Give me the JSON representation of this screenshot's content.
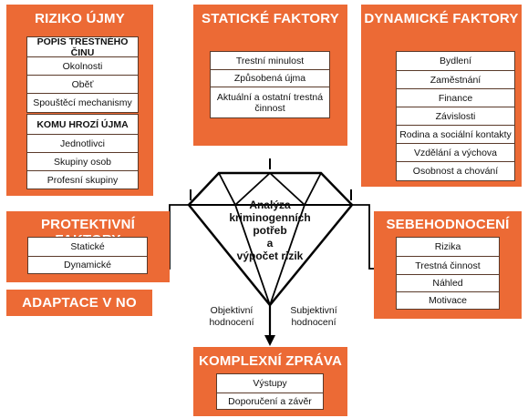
{
  "panels": {
    "riziko": {
      "title": "RIZIKO ÚJMY",
      "group1": [
        "POPIS TRESTNÉHO ČINU",
        "Okolnosti",
        "Oběť",
        "Spouštěcí mechanismy"
      ],
      "group2": [
        "KOMU HROZÍ ÚJMA",
        "Jednotlivci",
        "Skupiny osob",
        "Profesní skupiny"
      ]
    },
    "staticke": {
      "title": "STATICKÉ FAKTORY",
      "items": [
        "Trestní minulost",
        "Způsobená újma",
        "Aktuální a ostatní trestná činnost"
      ]
    },
    "dynamicke": {
      "title": "DYNAMICKÉ FAKTORY",
      "items": [
        "Bydlení",
        "Zaměstnání",
        "Finance",
        "Závislosti",
        "Rodina a sociální kontakty",
        "Vzdělání a výchova",
        "Osobnost a chování"
      ]
    },
    "protektivni": {
      "title": "PROTEKTIVNÍ FAKTORY",
      "items": [
        "Statické",
        "Dynamické"
      ]
    },
    "adaptace": {
      "title": "ADAPTACE V NO"
    },
    "sebehodnoceni": {
      "title": "SEBEHODNOCENÍ",
      "items": [
        "Rizika",
        "Trestná činnost",
        "Náhled",
        "Motivace"
      ]
    },
    "zprava": {
      "title": "KOMPLEXNÍ ZPRÁVA",
      "items": [
        "Výstupy",
        "Doporučení a závěr"
      ]
    }
  },
  "center": {
    "line1": "Analýza",
    "line2": "kriminogenních",
    "line3": "potřeb",
    "line4": "a",
    "line5": "výpočet rizik"
  },
  "arrows": {
    "objective_1": "Objektivní",
    "objective_2": "hodnocení",
    "subjective_1": "Subjektivní",
    "subjective_2": "hodnocení"
  },
  "colors": {
    "accent": "#ec6a35",
    "line": "#000000"
  }
}
